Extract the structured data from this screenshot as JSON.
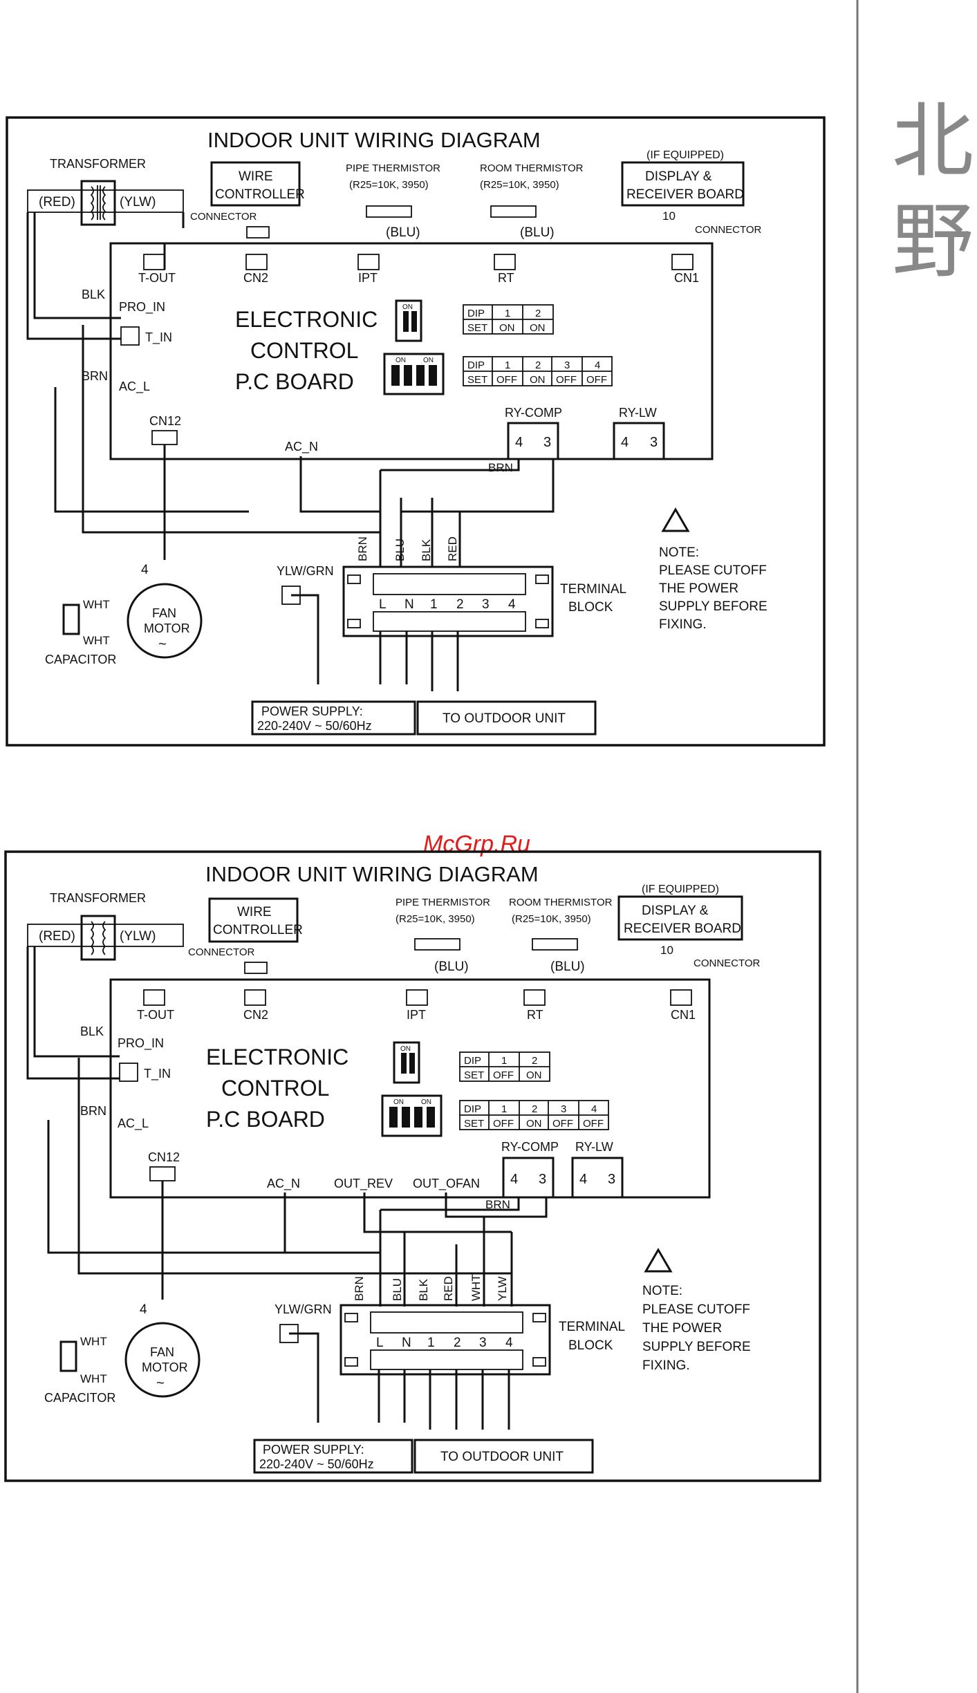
{
  "side_label": {
    "char1": "北",
    "char2": "野"
  },
  "watermark": "McGrp.Ru",
  "diagram1": {
    "title": "INDOOR UNIT WIRING DIAGRAM",
    "transformer": "TRANSFORMER",
    "red": "(RED)",
    "ylw": "(YLW)",
    "wire_controller_1": "WIRE",
    "wire_controller_2": "CONTROLLER",
    "connector": "CONNECTOR",
    "pipe_thermistor": "PIPE THERMISTOR",
    "pipe_spec": "(R25=10K, 3950)",
    "room_thermistor": "ROOM THERMISTOR",
    "room_spec": "(R25=10K, 3950)",
    "blu": "(BLU)",
    "if_equipped": "(IF EQUIPPED)",
    "display_1": "DISPLAY &",
    "display_2": "RECEIVER BOARD",
    "ten": "10",
    "t_out": "T-OUT",
    "cn2": "CN2",
    "ipt": "IPT",
    "rt": "RT",
    "cn1": "CN1",
    "blk": "BLK",
    "pro_in": "PRO_IN",
    "t_in": "T_IN",
    "brn": "BRN",
    "ac_l": "AC_L",
    "board_1": "ELECTRONIC",
    "board_2": "CONTROL",
    "board_3": "P.C BOARD",
    "on": "ON",
    "dip_a": {
      "h": [
        "DIP",
        "1",
        "2"
      ],
      "v": [
        "SET",
        "ON",
        "ON"
      ]
    },
    "dip_b": {
      "h": [
        "DIP",
        "1",
        "2",
        "3",
        "4"
      ],
      "v": [
        "SET",
        "OFF",
        "ON",
        "OFF",
        "OFF"
      ]
    },
    "ry_comp": "RY-COMP",
    "ry_lw": "RY-LW",
    "four": "4",
    "three": "3",
    "cn12": "CN12",
    "ac_n": "AC_N",
    "brn2": "BRN",
    "t_brn": "BRN",
    "t_blu": "BLU",
    "t_blk": "BLK",
    "t_red": "RED",
    "ylw_grn": "YLW/GRN",
    "terminals": [
      "L",
      "N",
      "1",
      "2",
      "3",
      "4"
    ],
    "terminal_1": "TERMINAL",
    "terminal_2": "BLOCK",
    "fan_1": "FAN",
    "fan_2": "MOTOR",
    "tilde": "~",
    "wht": "WHT",
    "capacitor": "CAPACITOR",
    "note_1": "NOTE:",
    "note_2": "PLEASE CUTOFF",
    "note_3": "THE POWER",
    "note_4": "SUPPLY BEFORE",
    "note_5": "FIXING.",
    "power_1": "POWER SUPPLY:",
    "power_2": "220-240V ~ 50/60Hz",
    "outdoor": "TO OUTDOOR UNIT"
  },
  "diagram2": {
    "title": "INDOOR UNIT WIRING DIAGRAM",
    "transformer": "TRANSFORMER",
    "red": "(RED)",
    "ylw": "(YLW)",
    "wire_controller_1": "WIRE",
    "wire_controller_2": "CONTROLLER",
    "connector": "CONNECTOR",
    "pipe_thermistor": "PIPE THERMISTOR",
    "pipe_spec": "(R25=10K, 3950)",
    "room_thermistor": "ROOM THERMISTOR",
    "room_spec": "(R25=10K, 3950)",
    "blu": "(BLU)",
    "if_equipped": "(IF EQUIPPED)",
    "display_1": "DISPLAY &",
    "display_2": "RECEIVER BOARD",
    "ten": "10",
    "t_out": "T-OUT",
    "cn2": "CN2",
    "ipt": "IPT",
    "rt": "RT",
    "cn1": "CN1",
    "blk": "BLK",
    "pro_in": "PRO_IN",
    "t_in": "T_IN",
    "brn": "BRN",
    "ac_l": "AC_L",
    "board_1": "ELECTRONIC",
    "board_2": "CONTROL",
    "board_3": "P.C BOARD",
    "on": "ON",
    "dip_a": {
      "h": [
        "DIP",
        "1",
        "2"
      ],
      "v": [
        "SET",
        "OFF",
        "ON"
      ]
    },
    "dip_b": {
      "h": [
        "DIP",
        "1",
        "2",
        "3",
        "4"
      ],
      "v": [
        "SET",
        "OFF",
        "ON",
        "OFF",
        "OFF"
      ]
    },
    "ry_comp": "RY-COMP",
    "ry_lw": "RY-LW",
    "four": "4",
    "three": "3",
    "cn12": "CN12",
    "ac_n": "AC_N",
    "out_rev": "OUT_REV",
    "out_ofan": "OUT_OFAN",
    "brn2": "BRN",
    "t_brn": "BRN",
    "t_blu": "BLU",
    "t_blk": "BLK",
    "t_red": "RED",
    "t_wht": "WHT",
    "t_ylw": "YLW",
    "ylw_grn": "YLW/GRN",
    "terminals": [
      "L",
      "N",
      "1",
      "2",
      "3",
      "4"
    ],
    "terminal_1": "TERMINAL",
    "terminal_2": "BLOCK",
    "fan_1": "FAN",
    "fan_2": "MOTOR",
    "tilde": "~",
    "wht": "WHT",
    "capacitor": "CAPACITOR",
    "note_1": "NOTE:",
    "note_2": "PLEASE CUTOFF",
    "note_3": "THE POWER",
    "note_4": "SUPPLY BEFORE",
    "note_5": "FIXING.",
    "power_1": "POWER SUPPLY:",
    "power_2": "220-240V ~ 50/60Hz",
    "outdoor": "TO OUTDOOR UNIT"
  }
}
